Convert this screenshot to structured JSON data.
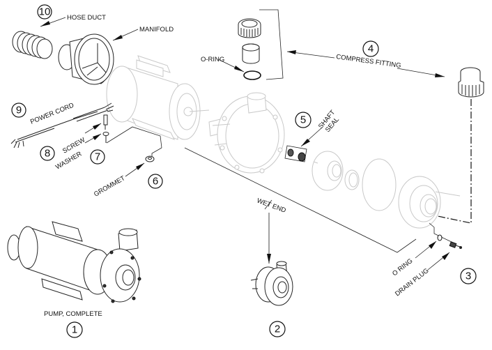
{
  "diagram": {
    "type": "exploded-parts-diagram",
    "subject": "Spa pump"
  },
  "callouts": [
    {
      "number": "1",
      "label": "PUMP, COMPLETE"
    },
    {
      "number": "2",
      "label": "WET END"
    },
    {
      "number": "3",
      "label": "DRAIN PLUG"
    },
    {
      "number": "3",
      "label": "O RING"
    },
    {
      "number": "4",
      "label": "COMPRESS FITTING"
    },
    {
      "number": "4",
      "label": "O-RING"
    },
    {
      "number": "5",
      "label": "SHAFT SEAL"
    },
    {
      "number": "6",
      "label": "GROMMET"
    },
    {
      "number": "7",
      "label": "WASHER"
    },
    {
      "number": "8",
      "label": "SCREW"
    },
    {
      "number": "9",
      "label": "POWER CORD"
    },
    {
      "number": "10",
      "label": "HOSE DUCT"
    },
    {
      "number": "10",
      "label": "MANIFOLD"
    }
  ],
  "labels": {
    "hose_duct": "HOSE DUCT",
    "manifold": "MANIFOLD",
    "o_ring_top": "O-RING",
    "compress_fitting": "COMPRESS FITTING",
    "power_cord": "POWER CORD",
    "screw": "SCREW",
    "washer": "WASHER",
    "grommet": "GROMMET",
    "shaft": "SHAFT",
    "seal": "SEAL",
    "wet_end": "WET END",
    "o_ring_bottom": "O RING",
    "drain_plug": "DRAIN PLUG",
    "pump_complete": "PUMP, COMPLETE"
  },
  "numbers": {
    "n1": "1",
    "n2": "2",
    "n3": "3",
    "n4": "4",
    "n5": "5",
    "n6": "6",
    "n7": "7",
    "n8": "8",
    "n9": "9",
    "n10": "10"
  }
}
